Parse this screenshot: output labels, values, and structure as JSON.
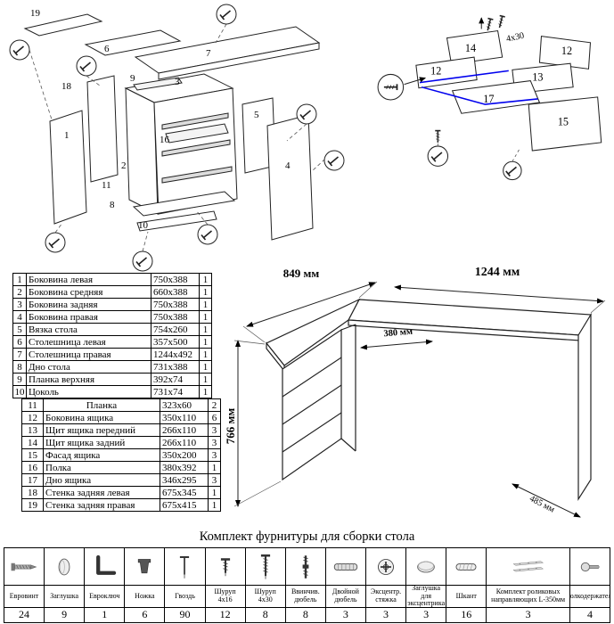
{
  "diagram_left": {
    "labels": [
      "19",
      "6",
      "7",
      "18",
      "9",
      "3",
      "1",
      "16",
      "2",
      "11",
      "8",
      "10",
      "5",
      "4"
    ]
  },
  "diagram_right": {
    "labels": [
      "14",
      "12",
      "12",
      "13",
      "17",
      "15"
    ],
    "screw_label": "4x30"
  },
  "dimension_drawing": {
    "width_left": "849 мм",
    "width_right": "1244 мм",
    "inner_width": "380 мм",
    "height": "766 мм",
    "depth": "485 мм"
  },
  "parts": {
    "rows_a": [
      {
        "num": "1",
        "name": "Боковина левая",
        "size": "750x388",
        "qty": "1"
      },
      {
        "num": "2",
        "name": "Боковина средняя",
        "size": "660x388",
        "qty": "1"
      },
      {
        "num": "3",
        "name": "Боковина задняя",
        "size": "750x388",
        "qty": "1"
      },
      {
        "num": "4",
        "name": "Боковина правая",
        "size": "750x388",
        "qty": "1"
      },
      {
        "num": "5",
        "name": "Вязка стола",
        "size": "754x260",
        "qty": "1"
      },
      {
        "num": "6",
        "name": "Столешница левая",
        "size": "357x500",
        "qty": "1"
      },
      {
        "num": "7",
        "name": "Столешница правая",
        "size": "1244x492",
        "qty": "1"
      },
      {
        "num": "8",
        "name": "Дно стола",
        "size": "731x388",
        "qty": "1"
      },
      {
        "num": "9",
        "name": "Планка верхняя",
        "size": "392x74",
        "qty": "1"
      },
      {
        "num": "10",
        "name": "Цоколь",
        "size": "731x74",
        "qty": "1"
      }
    ],
    "rows_b": [
      {
        "num": "11",
        "name": "Планка",
        "size": "323x60",
        "qty": "2"
      },
      {
        "num": "12",
        "name": "Боковина ящика",
        "size": "350x110",
        "qty": "6"
      },
      {
        "num": "13",
        "name": "Щит ящика передний",
        "size": "266x110",
        "qty": "3"
      },
      {
        "num": "14",
        "name": "Щит ящика задний",
        "size": "266x110",
        "qty": "3"
      },
      {
        "num": "15",
        "name": "Фасад ящика",
        "size": "350x200",
        "qty": "3"
      },
      {
        "num": "16",
        "name": "Полка",
        "size": "380x392",
        "qty": "1"
      },
      {
        "num": "17",
        "name": "Дно ящика",
        "size": "346x295",
        "qty": "3"
      },
      {
        "num": "18",
        "name": "Стенка задняя левая",
        "size": "675x345",
        "qty": "1"
      },
      {
        "num": "19",
        "name": "Стенка задняя правая",
        "size": "675x415",
        "qty": "1"
      }
    ]
  },
  "hardware": {
    "title": "Комплект фурнитуры для сборки стола",
    "items": [
      {
        "name": "Евровинт",
        "qty": "24",
        "icon": "euroscrew-icon",
        "icon_ref": "#sym-euroscrew"
      },
      {
        "name": "Заглушка",
        "qty": "9",
        "icon": "cap-icon",
        "icon_ref": "#sym-cap"
      },
      {
        "name": "Евроключ",
        "qty": "1",
        "icon": "hex-key-icon",
        "icon_ref": "#sym-hexkey"
      },
      {
        "name": "Ножка",
        "qty": "6",
        "icon": "furniture-leg-icon",
        "icon_ref": "#sym-leg"
      },
      {
        "name": "Гвоздь",
        "qty": "90",
        "icon": "nail-icon",
        "icon_ref": "#sym-nail"
      },
      {
        "name": "Шуруп 4x16",
        "qty": "12",
        "icon": "screw-4x16-icon",
        "icon_ref": "#sym-screw-short"
      },
      {
        "name": "Шуруп 4x30",
        "qty": "8",
        "icon": "screw-4x30-icon",
        "icon_ref": "#sym-screw-long"
      },
      {
        "name": "Ввинчив. дюбель",
        "qty": "8",
        "icon": "screw-in-dowel-icon",
        "icon_ref": "#sym-dowel-screw"
      },
      {
        "name": "Двойной дюбель",
        "qty": "3",
        "icon": "double-dowel-icon",
        "icon_ref": "#sym-double-dowel"
      },
      {
        "name": "Эксцентр. стяжка",
        "qty": "3",
        "icon": "eccentric-cam-icon",
        "icon_ref": "#sym-eccentric"
      },
      {
        "name": "Заглушка для эксцентрика",
        "qty": "3",
        "icon": "eccentric-cap-icon",
        "icon_ref": "#sym-ecc-cap"
      },
      {
        "name": "Шкант",
        "qty": "16",
        "icon": "wooden-dowel-icon",
        "icon_ref": "#sym-shkant"
      },
      {
        "name": "Комплект роликовых направляющих L-350мм",
        "qty": "3",
        "icon": "roller-guides-icon",
        "icon_ref": "#sym-rails"
      },
      {
        "name": "Полкодержатель",
        "qty": "4",
        "icon": "shelf-support-icon",
        "icon_ref": "#sym-shelfholder"
      }
    ]
  }
}
